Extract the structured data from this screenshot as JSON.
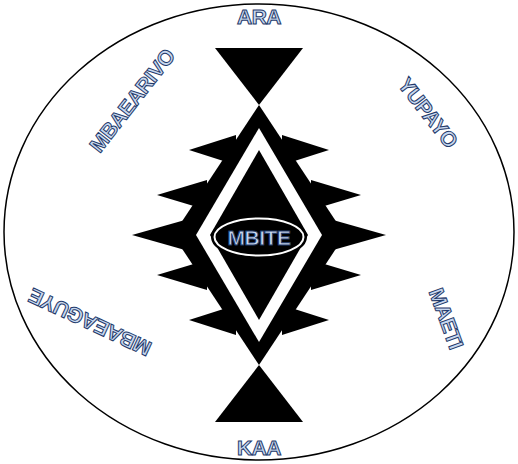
{
  "diagram": {
    "nodes": [
      {
        "text": [
          "MBITE"
        ]
      }
    ],
    "labels": [
      "ARA",
      "YUPAYO",
      "MAETI",
      "KAA",
      "MBAEAGUYE",
      "MBAEARIVO"
    ]
  }
}
